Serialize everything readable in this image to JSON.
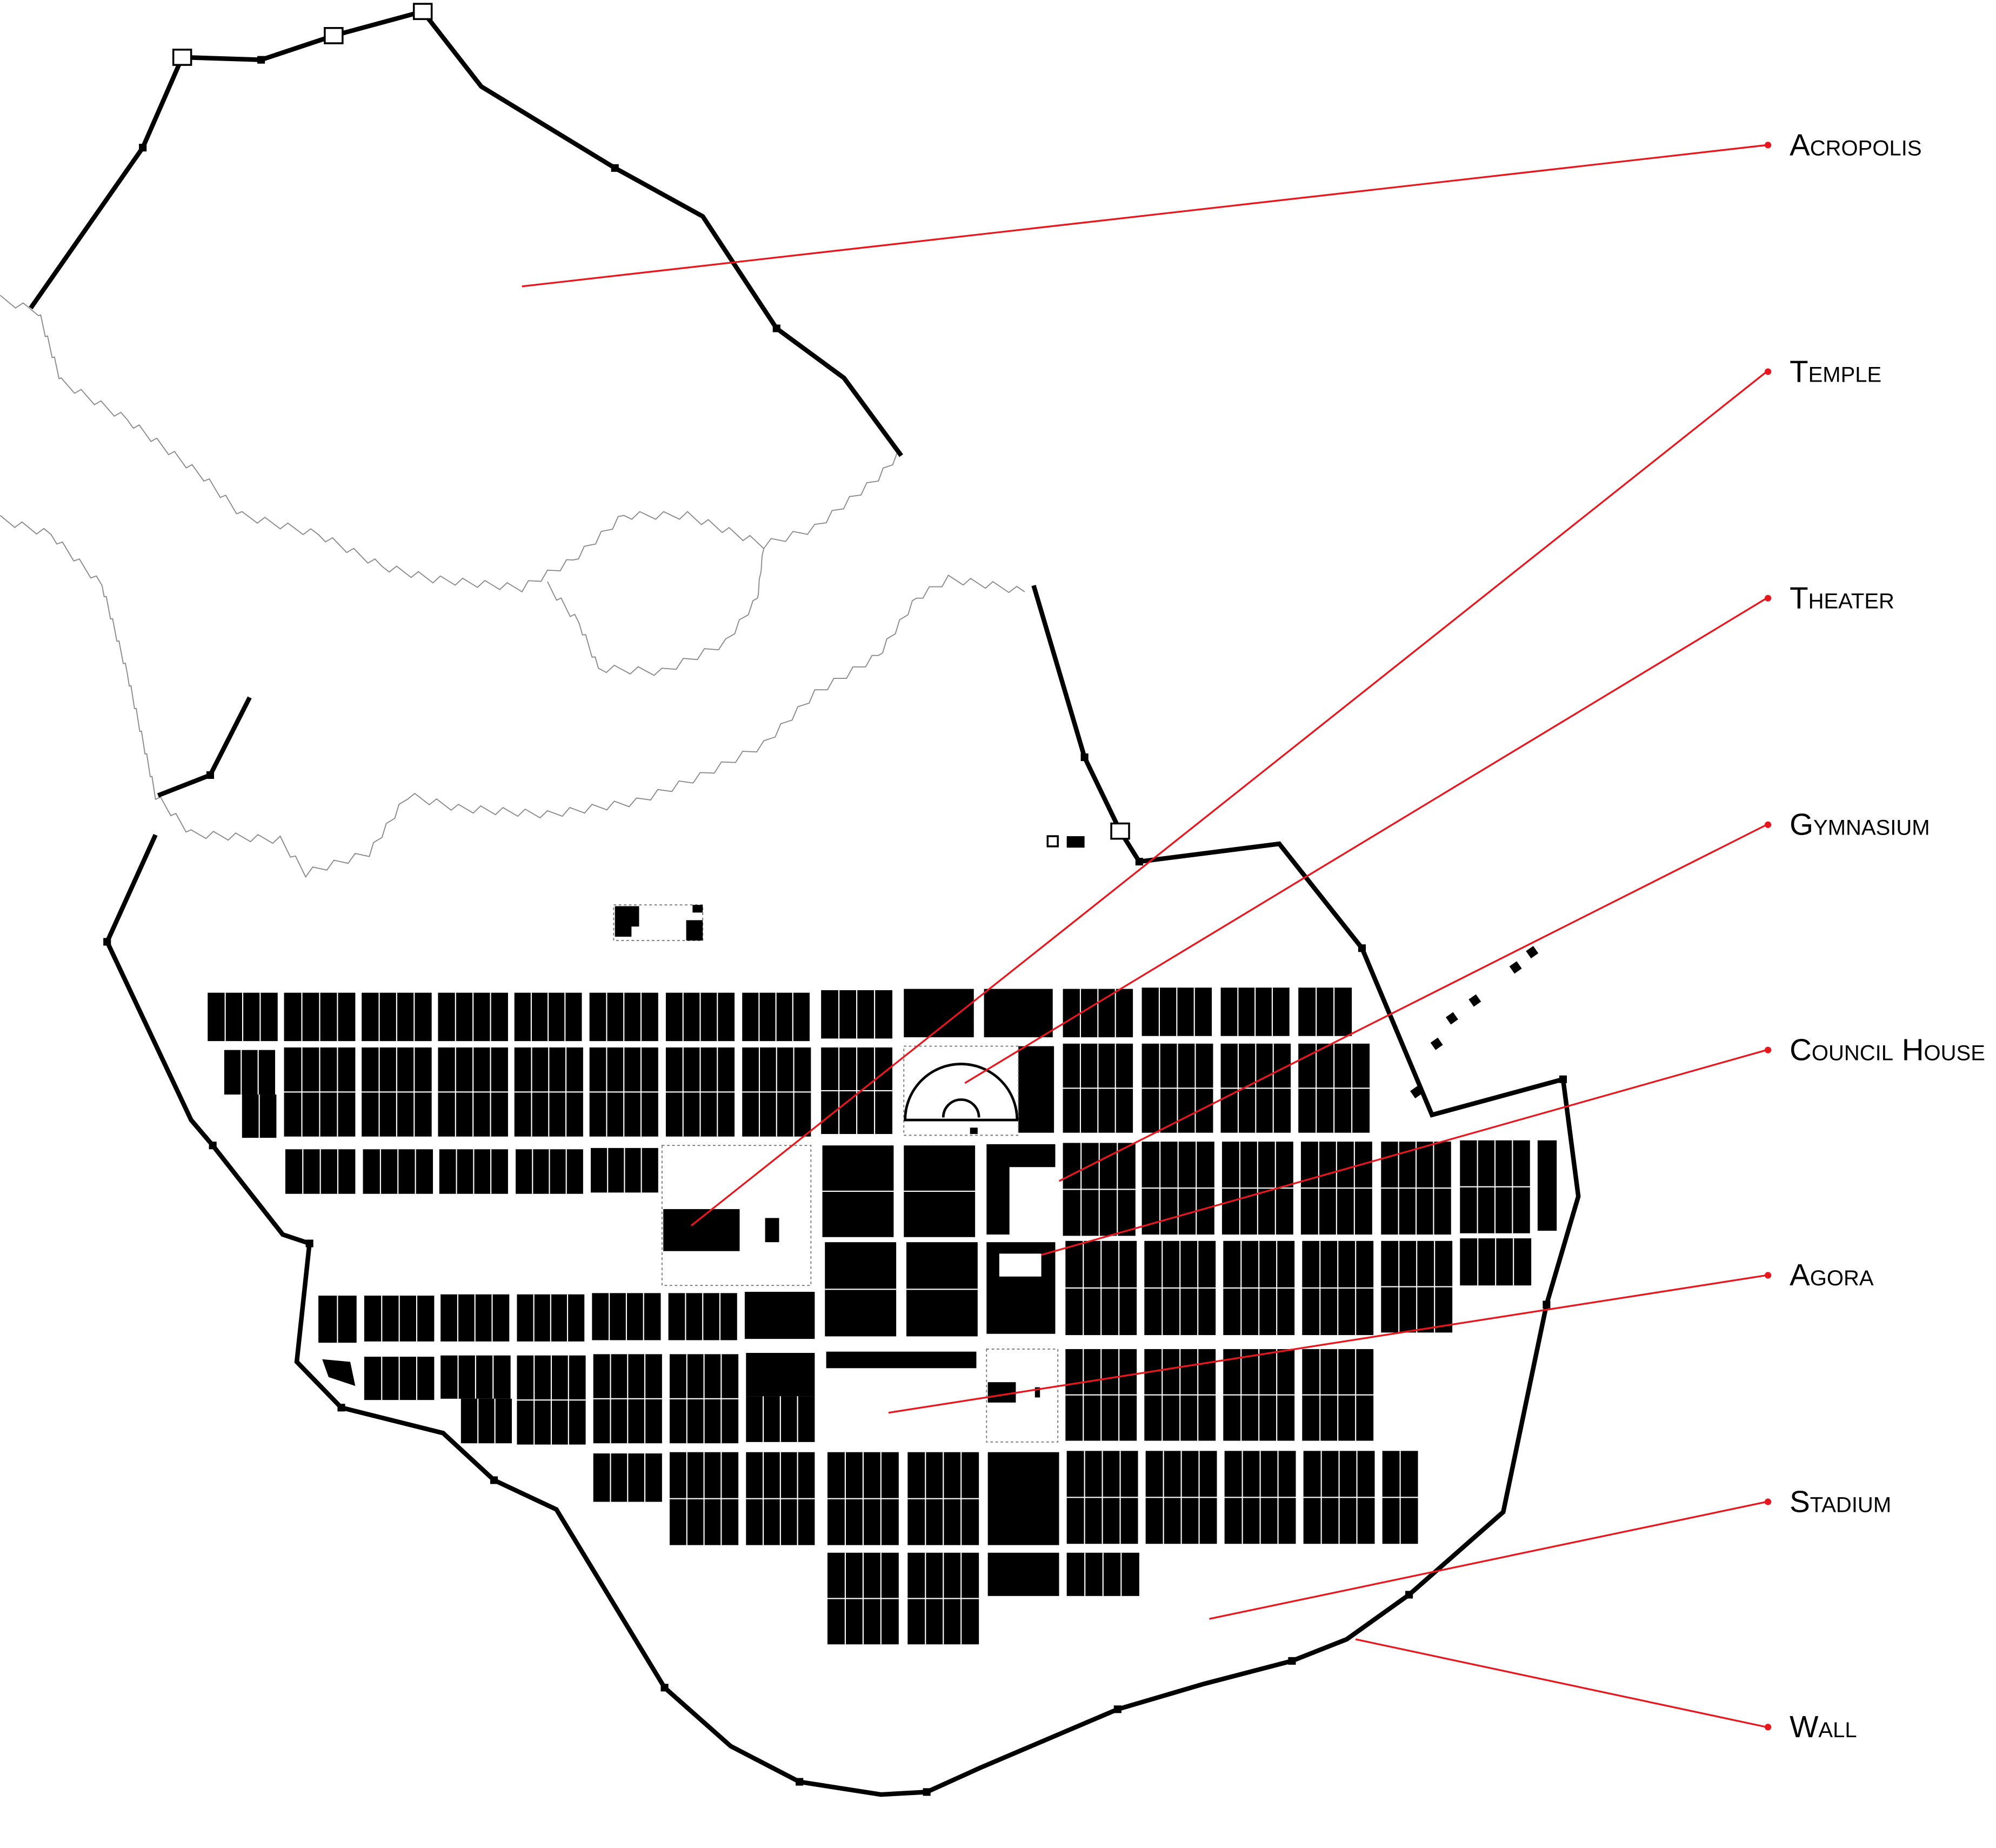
{
  "title": "City plan with fortification wall and street grid",
  "labels": [
    {
      "id": "acropolis",
      "text": "Acropolis"
    },
    {
      "id": "temple",
      "text": "Temple"
    },
    {
      "id": "theater",
      "text": "Theater"
    },
    {
      "id": "gymnasium",
      "text": "Gymnasium"
    },
    {
      "id": "council-house",
      "text": "Council House"
    },
    {
      "id": "agora",
      "text": "Agora"
    },
    {
      "id": "stadium",
      "text": "Stadium"
    },
    {
      "id": "wall",
      "text": "Wall"
    }
  ],
  "colors": {
    "leader": "#e8171e",
    "ink": "#000000",
    "contour": "#8a8a8a"
  }
}
